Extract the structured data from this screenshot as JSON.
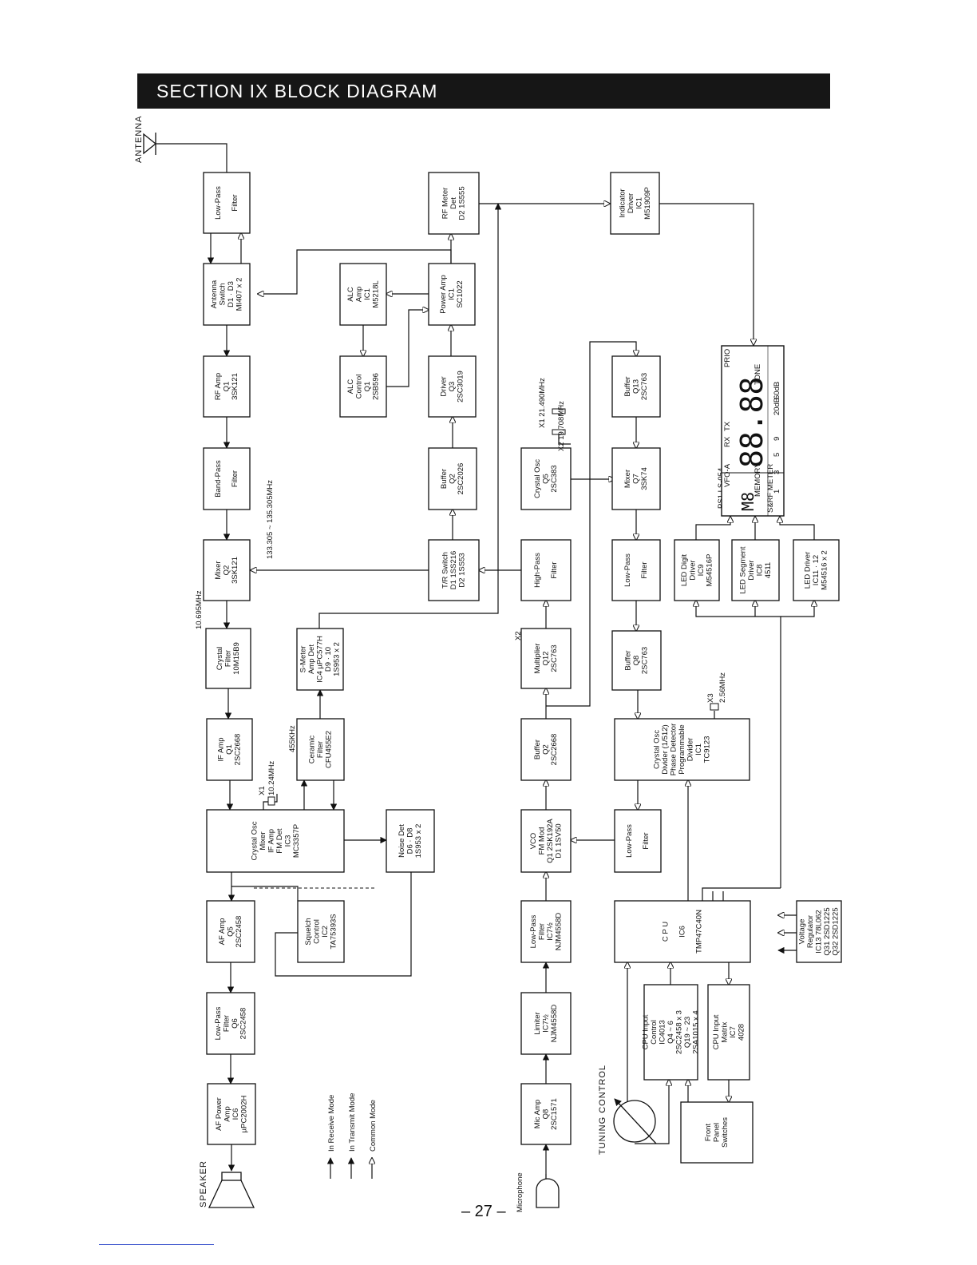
{
  "header": {
    "title": "SECTION  IX  BLOCK DIAGRAM"
  },
  "page_number": "– 27 –",
  "blocks": [
    {
      "id": "lpf_ant",
      "lines": [
        "Low-Pass",
        "",
        "Filter"
      ]
    },
    {
      "id": "ant_sw",
      "lines": [
        "Antenna",
        "Switch",
        "D1 · D3",
        "MI407 x 2"
      ]
    },
    {
      "id": "rf_amp",
      "lines": [
        "RF Amp",
        "Q1",
        "3SK121"
      ]
    },
    {
      "id": "bpf",
      "lines": [
        "Band-Pass",
        "",
        "Filter"
      ]
    },
    {
      "id": "mixer_q2",
      "lines": [
        "Mixer",
        "Q2",
        "3SK121"
      ]
    },
    {
      "id": "xtal_filter",
      "lines": [
        "Crystal",
        "Filter",
        "10M15B9"
      ]
    },
    {
      "id": "if_amp",
      "lines": [
        "IF Amp",
        "Q1",
        "2SC2668"
      ]
    },
    {
      "id": "ic3",
      "lines": [
        "Crystal Osc",
        "Mixer",
        "IF Amp",
        "FM Det",
        "IC3",
        "MC3357P"
      ]
    },
    {
      "id": "af_amp",
      "lines": [
        "AF Amp",
        "Q5",
        "2SC2458"
      ]
    },
    {
      "id": "lpf_q6",
      "lines": [
        "Low-Pass",
        "Filter",
        "Q6",
        "2SC2458"
      ]
    },
    {
      "id": "af_power",
      "lines": [
        "AF Power",
        "Amp",
        "IC6",
        "µPC2002H"
      ]
    },
    {
      "id": "squelch",
      "lines": [
        "Squelch",
        "Control",
        "IC2",
        "TA75393S"
      ]
    },
    {
      "id": "noise_det",
      "lines": [
        "Noise Det",
        "D6 · D8",
        "1S953 x 2"
      ]
    },
    {
      "id": "ceramic",
      "lines": [
        "Ceramic",
        "Filter",
        "CFU455E2"
      ]
    },
    {
      "id": "smeter",
      "lines": [
        "S-Meter",
        "Amp Det",
        "IC4 µPC577H",
        "D9 · 10",
        "1S953 x 2"
      ]
    },
    {
      "id": "alc_amp",
      "lines": [
        "ALC",
        "Amp",
        "IC1",
        "M5218L"
      ]
    },
    {
      "id": "alc_ctrl",
      "lines": [
        "ALC",
        "Control",
        "Q1",
        "2SB596"
      ]
    },
    {
      "id": "rf_meter",
      "lines": [
        "RF Meter",
        "Det",
        "D2 1S555"
      ]
    },
    {
      "id": "power_amp",
      "lines": [
        "Power Amp",
        "IC1",
        "SC1022"
      ]
    },
    {
      "id": "driver",
      "lines": [
        "Driver",
        "Q3",
        "2SC3019"
      ]
    },
    {
      "id": "buffer_q2",
      "lines": [
        "Buffer",
        "Q2",
        "2SC2026"
      ]
    },
    {
      "id": "tr_switch",
      "lines": [
        "T/R Switch",
        "D1 1SS216",
        "D2 1SS53"
      ]
    },
    {
      "id": "xtal_osc_q5",
      "lines": [
        "Crystal Osc",
        "Q5",
        "2SC383"
      ]
    },
    {
      "id": "hpf",
      "lines": [
        "High-Pass",
        "",
        "Filter"
      ]
    },
    {
      "id": "multiplier",
      "lines": [
        "Multiplier",
        "Q12",
        "2SC763"
      ]
    },
    {
      "id": "buffer_vco",
      "lines": [
        "Buffer",
        "Q2",
        "2SC2668"
      ]
    },
    {
      "id": "vco",
      "lines": [
        "VCO",
        "FM Mod",
        "Q1 2SK192A",
        "D1 1SV50"
      ]
    },
    {
      "id": "lpf_mic",
      "lines": [
        "Low-Pass",
        "Filter",
        "IC7½",
        "NJM4558D"
      ]
    },
    {
      "id": "limiter",
      "lines": [
        "Limiter",
        "IC7½",
        "NJM4558D"
      ]
    },
    {
      "id": "mic_amp",
      "lines": [
        "Mic Amp",
        "Q8",
        "2SC1571"
      ]
    },
    {
      "id": "indicator",
      "lines": [
        "Indicator",
        "Driver",
        "IC1",
        "M51909P"
      ]
    },
    {
      "id": "buffer_q13",
      "lines": [
        "Buffer",
        "Q13",
        "2SC763"
      ]
    },
    {
      "id": "mixer_q7",
      "lines": [
        "Mixer",
        "Q7",
        "3SK74"
      ]
    },
    {
      "id": "lpf_mix",
      "lines": [
        "Low-Pass",
        "",
        "Filter"
      ]
    },
    {
      "id": "buffer_q8",
      "lines": [
        "Buffer",
        "Q8",
        "2SC763"
      ]
    },
    {
      "id": "pll",
      "lines": [
        "Crystal Osc",
        "Divider (1/512)",
        "Phase Detector",
        "Programmable",
        "Divider",
        "IC1",
        "TC9123"
      ]
    },
    {
      "id": "lpf_pll",
      "lines": [
        "Low-Pass",
        "",
        "Filter"
      ]
    },
    {
      "id": "cpu",
      "lines": [
        "C P U",
        "",
        "IC6",
        "",
        "TMP47C40N"
      ]
    },
    {
      "id": "led_digit",
      "lines": [
        "LED Digit",
        "Driver",
        "IC9",
        "M54516P"
      ]
    },
    {
      "id": "led_seg",
      "lines": [
        "LED Segment",
        "Driver",
        "IC8",
        "4511"
      ]
    },
    {
      "id": "led_driver",
      "lines": [
        "LED Driver",
        "IC11 · 12",
        "M54516 x 2"
      ]
    },
    {
      "id": "cpu_in_ctrl",
      "lines": [
        "CPU Input",
        "Control",
        "IC4013",
        "Q4 ~ 6",
        "2SC2458 x 3",
        "Q19 ~ 23",
        "2SA1015 x 4"
      ]
    },
    {
      "id": "cpu_in_matrix",
      "lines": [
        "CPU Input",
        "Matrix",
        "IC7",
        "4028"
      ]
    },
    {
      "id": "front_panel",
      "lines": [
        "Front",
        "Panel",
        "Switches"
      ]
    },
    {
      "id": "voltage_reg",
      "lines": [
        "Voltage",
        "Regulator",
        "IC13 78L062",
        "Q31 2SD1225",
        "Q32 2SD1225"
      ]
    }
  ],
  "notes": {
    "freq_rx": "133.305 ~ 135.305MHz",
    "if1": "10.695MHz",
    "x1_ic3": "X1",
    "x1_ic3_freq": "10.24MHz",
    "if2": "455KHz",
    "x1_osc": "X1  21.490MHz",
    "x2_osc": "X2  19.708MHz",
    "x2_mult": "X2",
    "x3": "X3",
    "x3_freq": "2.56MHz",
    "ps1": "PS1  LS-054"
  },
  "labels": {
    "antenna": "ANTENNA",
    "speaker": "SPEAKER",
    "microphone": "Microphone",
    "tuning": "TUNING CONTROL"
  },
  "legend": [
    {
      "label": "In Receive Mode"
    },
    {
      "label": "In Transmit Mode"
    },
    {
      "label": "Common Mode"
    }
  ],
  "display": {
    "tags": [
      "PRIO",
      "TONE",
      "VFO-A",
      "RX",
      "TX",
      "MEMORY",
      "S&RF METER"
    ],
    "digits": "88.88",
    "mode_digit": "M8",
    "scale": [
      "1",
      "3",
      "5",
      "9",
      "20dB",
      "60dB"
    ]
  }
}
